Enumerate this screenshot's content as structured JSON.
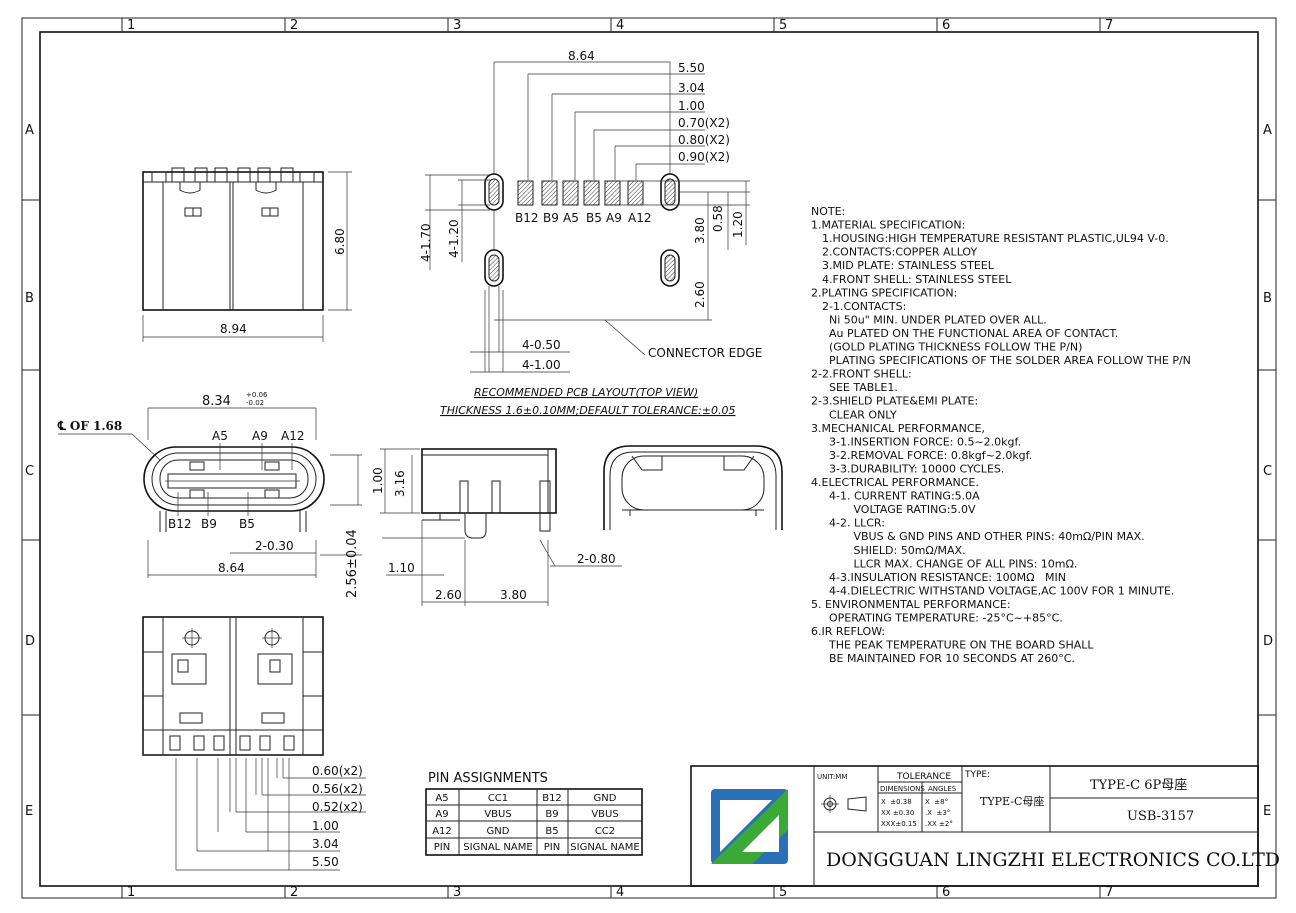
{
  "border": {
    "columns": [
      "1",
      "2",
      "3",
      "4",
      "5",
      "6",
      "7"
    ],
    "rows": [
      "A",
      "B",
      "C",
      "D",
      "E"
    ]
  },
  "top_view": {
    "width_dim": "8.94",
    "height_dim": "6.80"
  },
  "front_view": {
    "width_label": "8.34",
    "width_tol_upper": "+0.06",
    "width_tol_lower": "-0.02",
    "centerline_label": "℄ OF 1.68",
    "pins_top": [
      "A5",
      "A9",
      "A12"
    ],
    "pins_bottom": [
      "B12",
      "B9",
      "B5"
    ],
    "pitch_dim": "2-0.30",
    "bottom_dim": "8.64",
    "right_dim": "2.56±0.04"
  },
  "pcb_layout": {
    "top_width": "8.64",
    "dims_right": [
      "5.50",
      "3.04",
      "1.00",
      "0.70(X2)",
      "0.80(X2)",
      "0.90(X2)"
    ],
    "pad_labels": [
      "B12",
      "B9",
      "A5",
      "B5",
      "A9",
      "A12"
    ],
    "left_dims": [
      "4-1.70",
      "4-1.20"
    ],
    "vertical_dims": [
      "3.80",
      "0.58",
      "1.20",
      "2.60"
    ],
    "bottom_dims": [
      "4-0.50",
      "4-1.00"
    ],
    "connector_edge": "CONNECTOR EDGE",
    "caption_line1": "RECOMMENDED PCB LAYOUT(TOP VIEW)",
    "caption_line2": "THICKNESS 1.6±0.10MM;DEFAULT TOLERANCE:±0.05"
  },
  "side_view": {
    "dims": [
      "1.00",
      "3.16",
      "1.10",
      "2.60",
      "3.80",
      "2-0.80"
    ]
  },
  "bottom_view": {
    "dims": [
      "0.60(x2)",
      "0.56(x2)",
      "0.52(x2)",
      "1.00",
      "3.04",
      "5.50"
    ]
  },
  "pin_assignments": {
    "title": "PIN ASSIGNMENTS",
    "rows": [
      [
        "A5",
        "CC1",
        "B12",
        "GND"
      ],
      [
        "A9",
        "VBUS",
        "B9",
        "VBUS"
      ],
      [
        "A12",
        "GND",
        "B5",
        "CC2"
      ],
      [
        "PIN",
        "SIGNAL NAME",
        "PIN",
        "SIGNAL NAME"
      ]
    ]
  },
  "notes": [
    "NOTE:",
    "1.MATERIAL SPECIFICATION:",
    "  1.HOUSING:HIGH TEMPERATURE RESISTANT PLASTIC,UL94 V-0.",
    "  2.CONTACTS:COPPER ALLOY",
    "  3.MID PLATE: STAINLESS STEEL",
    "  4.FRONT SHELL: STAINLESS STEEL",
    "2.PLATING SPECIFICATION:",
    "  2-1.CONTACTS:",
    "    Ni 50u\" MIN. UNDER PLATED OVER ALL.",
    "    Au PLATED ON THE FUNCTIONAL AREA OF CONTACT.",
    "    (GOLD PLATING THICKNESS FOLLOW THE P/N)",
    "    PLATING SPECIFICATIONS OF THE SOLDER AREA FOLLOW THE P/N",
    "2-2.FRONT SHELL:",
    "    SEE TABLE1.",
    "2-3.SHIELD PLATE&EMI PLATE:",
    "    CLEAR ONLY",
    "3.MECHANICAL PERFORMANCE,",
    "    3-1.INSERTION FORCE: 0.5~2.0kgf.",
    "    3-2.REMOVAL FORCE: 0.8kgf~2.0kgf.",
    "    3-3.DURABILITY: 10000 CYCLES.",
    "4.ELECTRICAL PERFORMANCE.",
    "    4-1. CURRENT RATING:5.0A",
    "           VOLTAGE RATING:5.0V",
    "    4-2. LLCR:",
    "           VBUS & GND PINS AND OTHER PINS: 40mΩ/PIN MAX.",
    "           SHIELD: 50mΩ/MAX.",
    "           LLCR MAX. CHANGE OF ALL PINS: 10mΩ.",
    "    4-3.INSULATION RESISTANCE: 100MΩ   MIN",
    "    4-4.DIELECTRIC WITHSTAND VOLTAGE,AC 100V FOR 1 MINUTE.",
    "5. ENVIRONMENTAL PERFORMANCE:",
    "    OPERATING TEMPERATURE: -25°C~+85°C.",
    "6.IR REFLOW:",
    "    THE PEAK TEMPERATURE ON THE BOARD SHALL",
    "    BE MAINTAINED FOR 10 SECONDS AT 260°C."
  ],
  "title_block": {
    "unit": "UNIT:MM",
    "tolerance": "TOLERANCE",
    "dimensions": "DIMENSIONS",
    "angles": "ANGLES",
    "tol_rows": [
      [
        "X  ±0.38",
        "X  ±8°"
      ],
      [
        "XX ±0.30",
        ".X  ±3°"
      ],
      [
        "XXX±0.15",
        ".XX ±2°"
      ]
    ],
    "type_label": "TYPE:",
    "type_value": "TYPE-C母座",
    "product_name": "TYPE-C 6P母座",
    "part_number": "USB-3157",
    "company": "DONGGUAN LINGZHI ELECTRONICS CO.LTD",
    "logo_colors": [
      "#2b6fb6",
      "#3aa935",
      "#1c4f9c"
    ]
  }
}
